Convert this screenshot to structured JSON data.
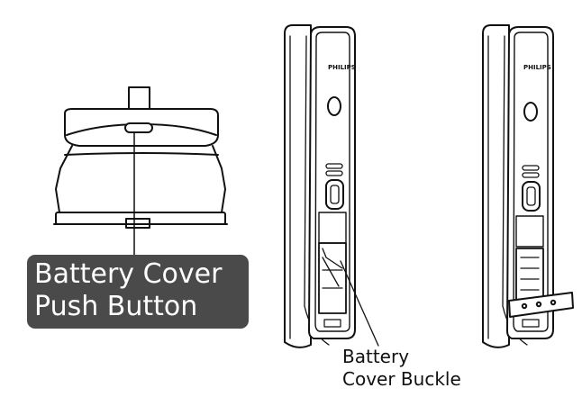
{
  "labels": {
    "push_button_line1": "Battery Cover",
    "push_button_line2": "Push Button",
    "buckle_line1": "Battery",
    "buckle_line2": "Cover Buckle"
  },
  "brand": {
    "left_lock": "PHILIPS",
    "right_lock": "PHILIPS"
  },
  "icons": {
    "handle": "door-handle-bottom-view",
    "lock_closed": "smart-lock-cover-closed",
    "lock_open": "smart-lock-cover-open"
  }
}
